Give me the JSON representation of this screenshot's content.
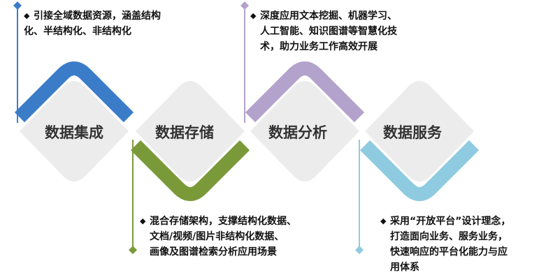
{
  "stages": [
    {
      "label": "数据集成",
      "color": "#3b7cc9",
      "note": [
        "引接全域数据资源，涵盖结构",
        "化、半结构化、非结构化"
      ]
    },
    {
      "label": "数据存储",
      "color": "#7a9a3a",
      "note": [
        "混合存储架构，支撑结构化数据、",
        "文档/视频/图片非结构化数据、",
        "画像及图谱检索分析应用场景"
      ]
    },
    {
      "label": "数据分析",
      "color": "#b3a2cc",
      "note": [
        "深度应用文本挖掘、机器学习、",
        "人工智能、知识图谱等智慧化技",
        "术，助力业务工作高效开展"
      ]
    },
    {
      "label": "数据服务",
      "color": "#8fcbe0",
      "note": [
        "采用“开放平台”设计理念，",
        "打造面向业务、服务业务，",
        "快速响应的平台化能力与应",
        "用体系"
      ]
    }
  ],
  "colors": {
    "tile": "#ececec",
    "text": "#333333"
  },
  "bullet_glyph": "◆"
}
